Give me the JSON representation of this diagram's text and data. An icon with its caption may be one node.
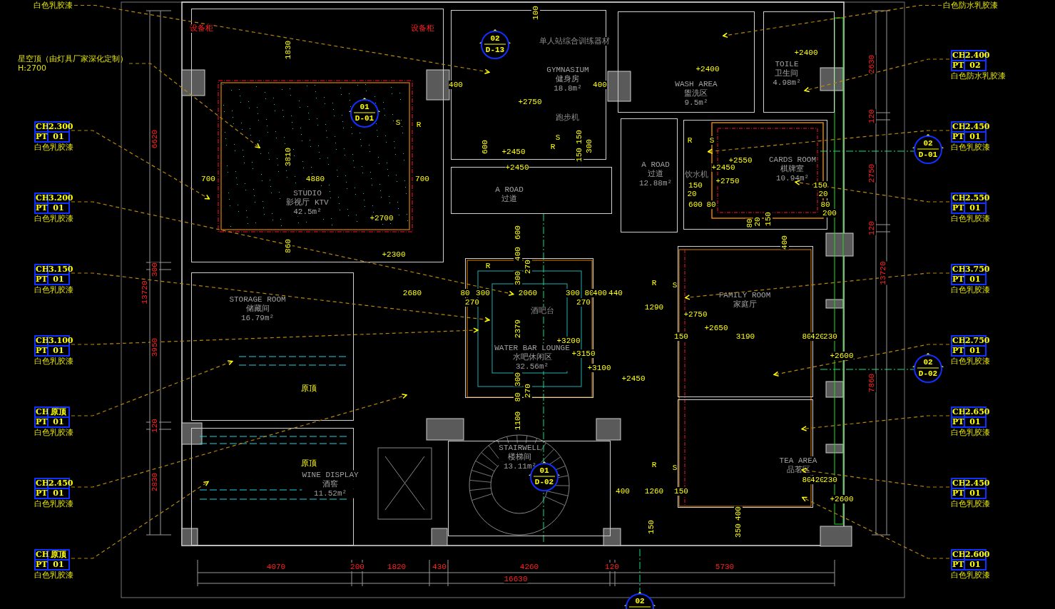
{
  "diagram": {
    "nodes": [
      {
        "text": [
          "STUDIO",
          "影视厅 KTV",
          "42.5m²"
        ]
      },
      {
        "text": [
          "GYMNASIUM",
          "健身房",
          "18.8m²"
        ]
      },
      {
        "text": [
          "WASH AREA",
          "盥洗区",
          "9.5m²"
        ]
      },
      {
        "text": [
          "TOILE",
          "卫生间",
          "4.98m²"
        ]
      },
      {
        "text": [
          "A ROAD",
          "过道",
          "12.88m²"
        ]
      },
      {
        "text": [
          "A ROAD",
          "过道"
        ]
      },
      {
        "text": [
          "CARDS ROOM",
          "棋牌室",
          "10.94m²"
        ]
      },
      {
        "text": [
          "STORAGE ROOM",
          "储藏间",
          "16.79m²"
        ]
      },
      {
        "text": [
          "WINE DISPLAY",
          "酒窖",
          "11.52m²"
        ]
      },
      {
        "text": [
          "WATER BAR LOUNGE",
          "水吧休闲区",
          "32.56m²"
        ]
      },
      {
        "text": [
          "STAIRWELL",
          "楼梯间",
          "13.11m²"
        ]
      },
      {
        "text": [
          "FAMILY ROOM",
          "家庭厅"
        ]
      },
      {
        "text": [
          "TEA AREA",
          "品茗区"
        ]
      },
      {
        "text": [
          "01",
          "D-01"
        ],
        "in": 0
      },
      {
        "text": [
          "02",
          "D-13"
        ],
        "in": 1
      },
      {
        "text": [
          "02",
          "D-01"
        ]
      },
      {
        "text": [
          "02",
          "D-02"
        ]
      },
      {
        "text": [
          "01",
          "D-02"
        ],
        "in": 10
      },
      {
        "text": [
          "02"
        ]
      },
      {
        "text": [
          "星空顶（由灯具厂家深化定制）",
          "H:2700"
        ]
      },
      {
        "text": [
          "白色乳胶漆"
        ]
      },
      {
        "text": [
          "白色防水乳胶漆"
        ]
      },
      {
        "text": [
          "CH",
          "2.300",
          "PT",
          "01"
        ],
        "beside": [
          "白色乳胶漆"
        ]
      },
      {
        "text": [
          "CH",
          "3.200",
          "PT",
          "01"
        ],
        "beside": [
          "白色乳胶漆"
        ]
      },
      {
        "text": [
          "CH",
          "3.150",
          "PT",
          "01"
        ],
        "beside": [
          "白色乳胶漆"
        ]
      },
      {
        "text": [
          "CH",
          "3.100",
          "PT",
          "01"
        ],
        "beside": [
          "白色乳胶漆"
        ]
      },
      {
        "text": [
          "CH",
          "原顶",
          "PT",
          "01"
        ],
        "beside": [
          "白色乳胶漆"
        ]
      },
      {
        "text": [
          "CH",
          "2.450",
          "PT",
          "01"
        ],
        "beside": [
          "白色乳胶漆"
        ]
      },
      {
        "text": [
          "CH",
          "原顶",
          "PT",
          "01"
        ],
        "beside": [
          "白色乳胶漆"
        ]
      },
      {
        "text": [
          "CH",
          "2.400",
          "PT",
          "02"
        ],
        "beside": [
          "白色防水乳胶漆"
        ]
      },
      {
        "text": [
          "CH",
          "2.450",
          "PT",
          "01"
        ],
        "beside": [
          "白色乳胶漆"
        ]
      },
      {
        "text": [
          "CH",
          "2.550",
          "PT",
          "01"
        ],
        "beside": [
          "白色乳胶漆"
        ]
      },
      {
        "text": [
          "CH",
          "3.750",
          "PT",
          "01"
        ],
        "beside": [
          "白色乳胶漆"
        ]
      },
      {
        "text": [
          "CH",
          "2.750",
          "PT",
          "01"
        ],
        "beside": [
          "白色乳胶漆"
        ]
      },
      {
        "text": [
          "CH",
          "2.650",
          "PT",
          "01"
        ],
        "beside": [
          "白色乳胶漆"
        ]
      },
      {
        "text": [
          "CH",
          "2.450",
          "PT",
          "01"
        ],
        "beside": [
          "白色乳胶漆"
        ]
      },
      {
        "text": [
          "CH",
          "2.600",
          "PT",
          "01"
        ],
        "beside": [
          "白色乳胶漆"
        ]
      }
    ],
    "edges": [
      {
        "from": 19,
        "to": 0,
        "arrow": "to"
      },
      {
        "from": 20,
        "to": 1,
        "arrow": "to"
      },
      {
        "from": 21,
        "to": 2,
        "arrow": "to"
      },
      {
        "from": 22,
        "to": 0,
        "arrow": "to"
      },
      {
        "from": 23,
        "to": 9,
        "arrow": "to"
      },
      {
        "from": 24,
        "to": 9,
        "arrow": "to"
      },
      {
        "from": 25,
        "to": 9,
        "arrow": "to"
      },
      {
        "from": 26,
        "to": 7,
        "arrow": "to"
      },
      {
        "from": 27,
        "to": null,
        "arrow": "to"
      },
      {
        "from": 28,
        "to": 8,
        "arrow": "to"
      },
      {
        "from": 29,
        "to": 3,
        "arrow": "to"
      },
      {
        "from": 30,
        "to": 6,
        "arrow": "to"
      },
      {
        "from": 31,
        "to": 6,
        "arrow": "to"
      },
      {
        "from": 32,
        "to": 11,
        "arrow": "to"
      },
      {
        "from": 33,
        "to": 11,
        "arrow": "to"
      },
      {
        "from": 34,
        "to": 12,
        "arrow": "to"
      },
      {
        "from": 35,
        "to": 12,
        "arrow": "to"
      },
      {
        "from": 36,
        "to": 12,
        "arrow": "to"
      }
    ],
    "labels": [
      "设备柜",
      "设备柜",
      "S",
      "R",
      "1830",
      "3810",
      "860",
      "700",
      "4880",
      "700",
      "+2700",
      "+2300",
      "100",
      "单人站综合训练器材",
      "400",
      "400",
      "+2750",
      "跑步机",
      "S",
      "R",
      "600",
      "150",
      "150",
      "300",
      "+2450",
      "+2450",
      "+2400",
      "+2400",
      "R",
      "S",
      "+2550",
      "+2450",
      "+2750",
      "饮水机",
      "150",
      "20",
      "600",
      "80",
      "150",
      "20",
      "80",
      "200",
      "80",
      "20",
      "150",
      "600",
      "R",
      "400",
      "270",
      "300",
      "2680",
      "80",
      "300",
      "2060",
      "300",
      "80",
      "400",
      "440",
      "270",
      "270",
      "酒吧台",
      "2379",
      "+3200",
      "+3150",
      "+3100",
      "+2450",
      "300",
      "270",
      "80",
      "1100",
      "原顶",
      "原顶",
      "400",
      "R",
      "S",
      "1290",
      "+2750",
      "+2650",
      "150",
      "3190",
      "80",
      "420",
      "230",
      "+2600",
      "R",
      "S",
      "80",
      "420",
      "230",
      "400",
      "1260",
      "150",
      "+2600",
      "400",
      "150",
      "350",
      "6620",
      "300",
      "13720",
      "3950",
      "120",
      "2830",
      "4070",
      "200",
      "1820",
      "430",
      "4260",
      "120",
      "5730",
      "16630",
      "2630",
      "120",
      "2750",
      "120",
      "13720",
      "7860"
    ]
  }
}
